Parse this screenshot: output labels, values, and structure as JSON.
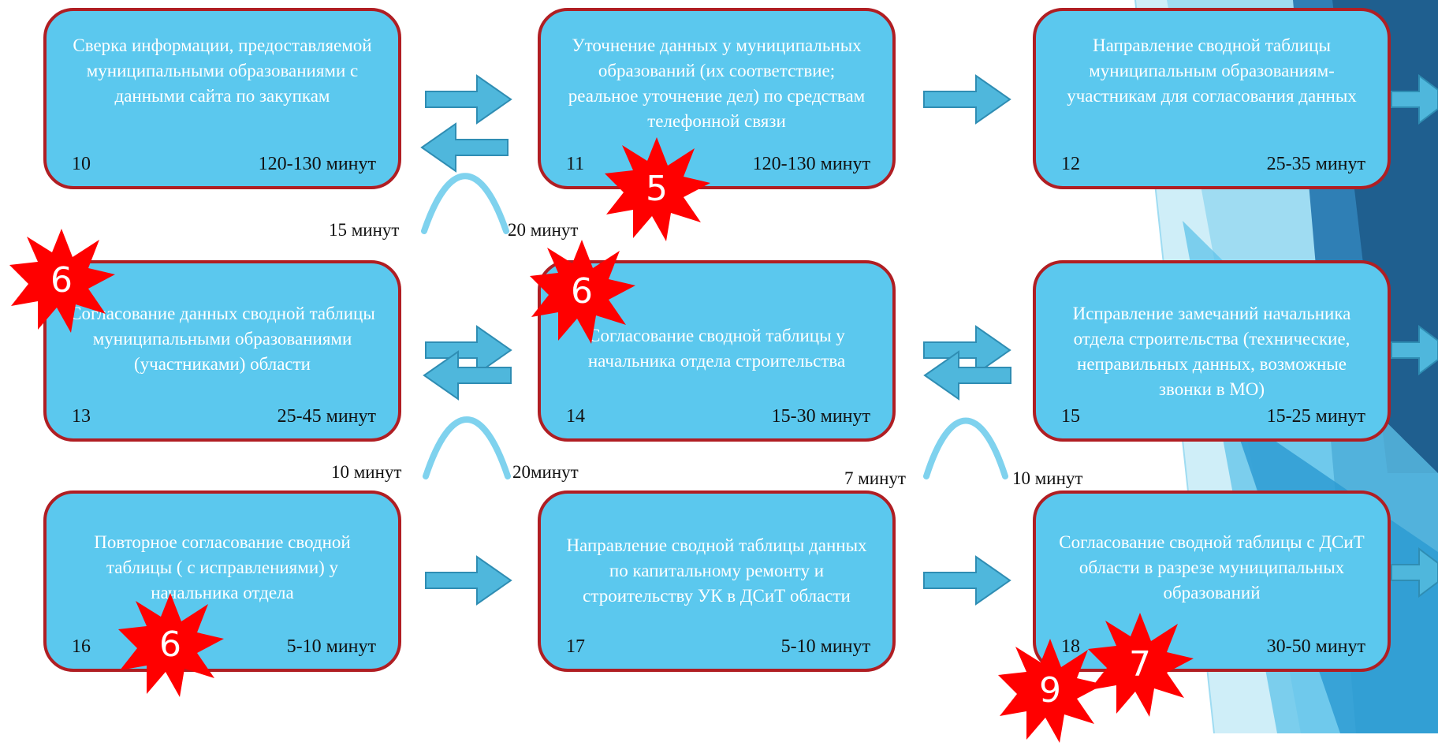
{
  "colors": {
    "box_fill": "#5bc8ee",
    "box_border": "#b01e23",
    "arrow_fill": "#4fb7dc",
    "arrow_stroke": "#2f8db3",
    "burst_fill": "#ff0000",
    "curve": "#7fd2ee",
    "background_accent": "#1b6fa3"
  },
  "steps": [
    {
      "text": "Сверка информации, предоставляемой муниципальными образованиями с данными сайта по закупкам",
      "num": "10",
      "time": "120-130 минут"
    },
    {
      "text": "Уточнение данных у муниципальных образований (их соответствие; реальное уточнение дел) по средствам телефонной связи",
      "num": "11",
      "time": "120-130 минут"
    },
    {
      "text": "Направление сводной таблицы муниципальным образованиям-участникам для согласования данных",
      "num": "12",
      "time": "25-35 минут"
    },
    {
      "text": "Согласование данных сводной таблицы муниципальными образованиями (участниками) области",
      "num": "13",
      "time": "25-45 минут"
    },
    {
      "text": "Согласование сводной таблицы у начальника отдела строительства",
      "num": "14",
      "time": "15-30 минут"
    },
    {
      "text": "Исправление замечаний начальника отдела строительства (технические, неправильных данных, возможные звонки в МО)",
      "num": "15",
      "time": "15-25 минут"
    },
    {
      "text": "Повторное согласование сводной таблицы ( с исправлениями) у начальника отдела",
      "num": "16",
      "time": "5-10 минут"
    },
    {
      "text": "Направление сводной таблицы данных по капитальному ремонту и строительству УК в ДСиТ области",
      "num": "17",
      "time": "5-10 минут"
    },
    {
      "text": "Согласование сводной таблицы с ДСиТ области в разрезе муниципальных образований",
      "num": "18",
      "time": "30-50 минут"
    }
  ],
  "transition_labels": [
    "15 минут",
    "20 минут",
    "10 минут",
    "20минут",
    "7 минут",
    "10 минут"
  ],
  "markers": [
    "5",
    "6",
    "6",
    "6",
    "9",
    "7"
  ]
}
